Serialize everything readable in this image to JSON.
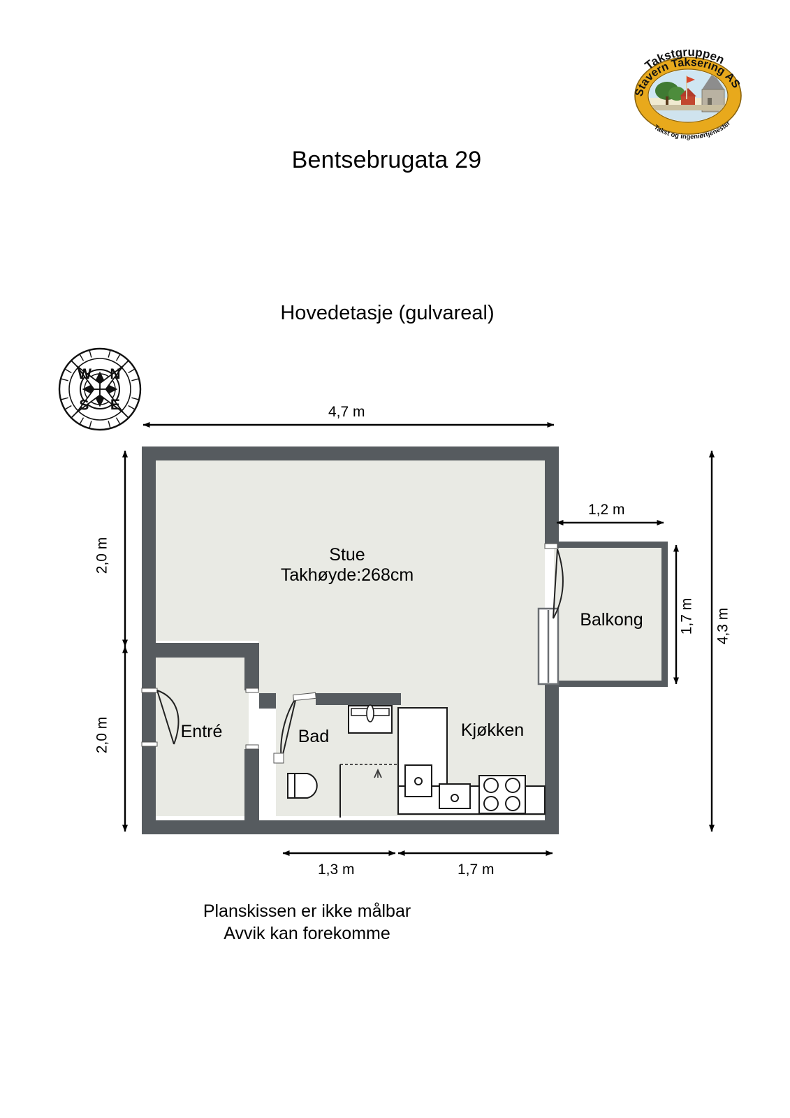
{
  "document": {
    "title": "Bentsebrugata 29",
    "floor_title": "Hovedetasje (gulvareal)"
  },
  "logo": {
    "top_text": "Takstgruppen",
    "main_text": "Stavern Taksering AS",
    "bottom_text": "Takst og ingeniørtjenester"
  },
  "compass": {
    "north": "N",
    "east": "E",
    "south": "S",
    "west": "W"
  },
  "rooms": [
    {
      "id": "stue",
      "name": "Stue",
      "detail": "Takhøyde:268cm"
    },
    {
      "id": "balkong",
      "name": "Balkong",
      "detail": ""
    },
    {
      "id": "entre",
      "name": "Entré",
      "detail": ""
    },
    {
      "id": "bad",
      "name": "Bad",
      "detail": ""
    },
    {
      "id": "kjokken",
      "name": "Kjøkken",
      "detail": ""
    }
  ],
  "dimensions": {
    "top_width": "4,7 m",
    "balcony_width": "1,2 m",
    "balcony_height": "1,7 m",
    "right_total_height": "4,3 m",
    "left_upper": "2,0 m",
    "left_lower": "2,0 m",
    "bottom_left": "1,3 m",
    "bottom_right": "1,7 m"
  },
  "footer": {
    "line1": "Planskissen er ikke målbar",
    "line2": "Avvik kan forekomme"
  },
  "colors": {
    "wall": "#565b5f",
    "floor": "#e9eae4",
    "fixture_fill": "#ffffff",
    "fixture_stroke": "#1a1a1a",
    "dimension": "#000000",
    "logo_ring": "#e8a91c",
    "logo_inner": "#f2e7c6"
  }
}
